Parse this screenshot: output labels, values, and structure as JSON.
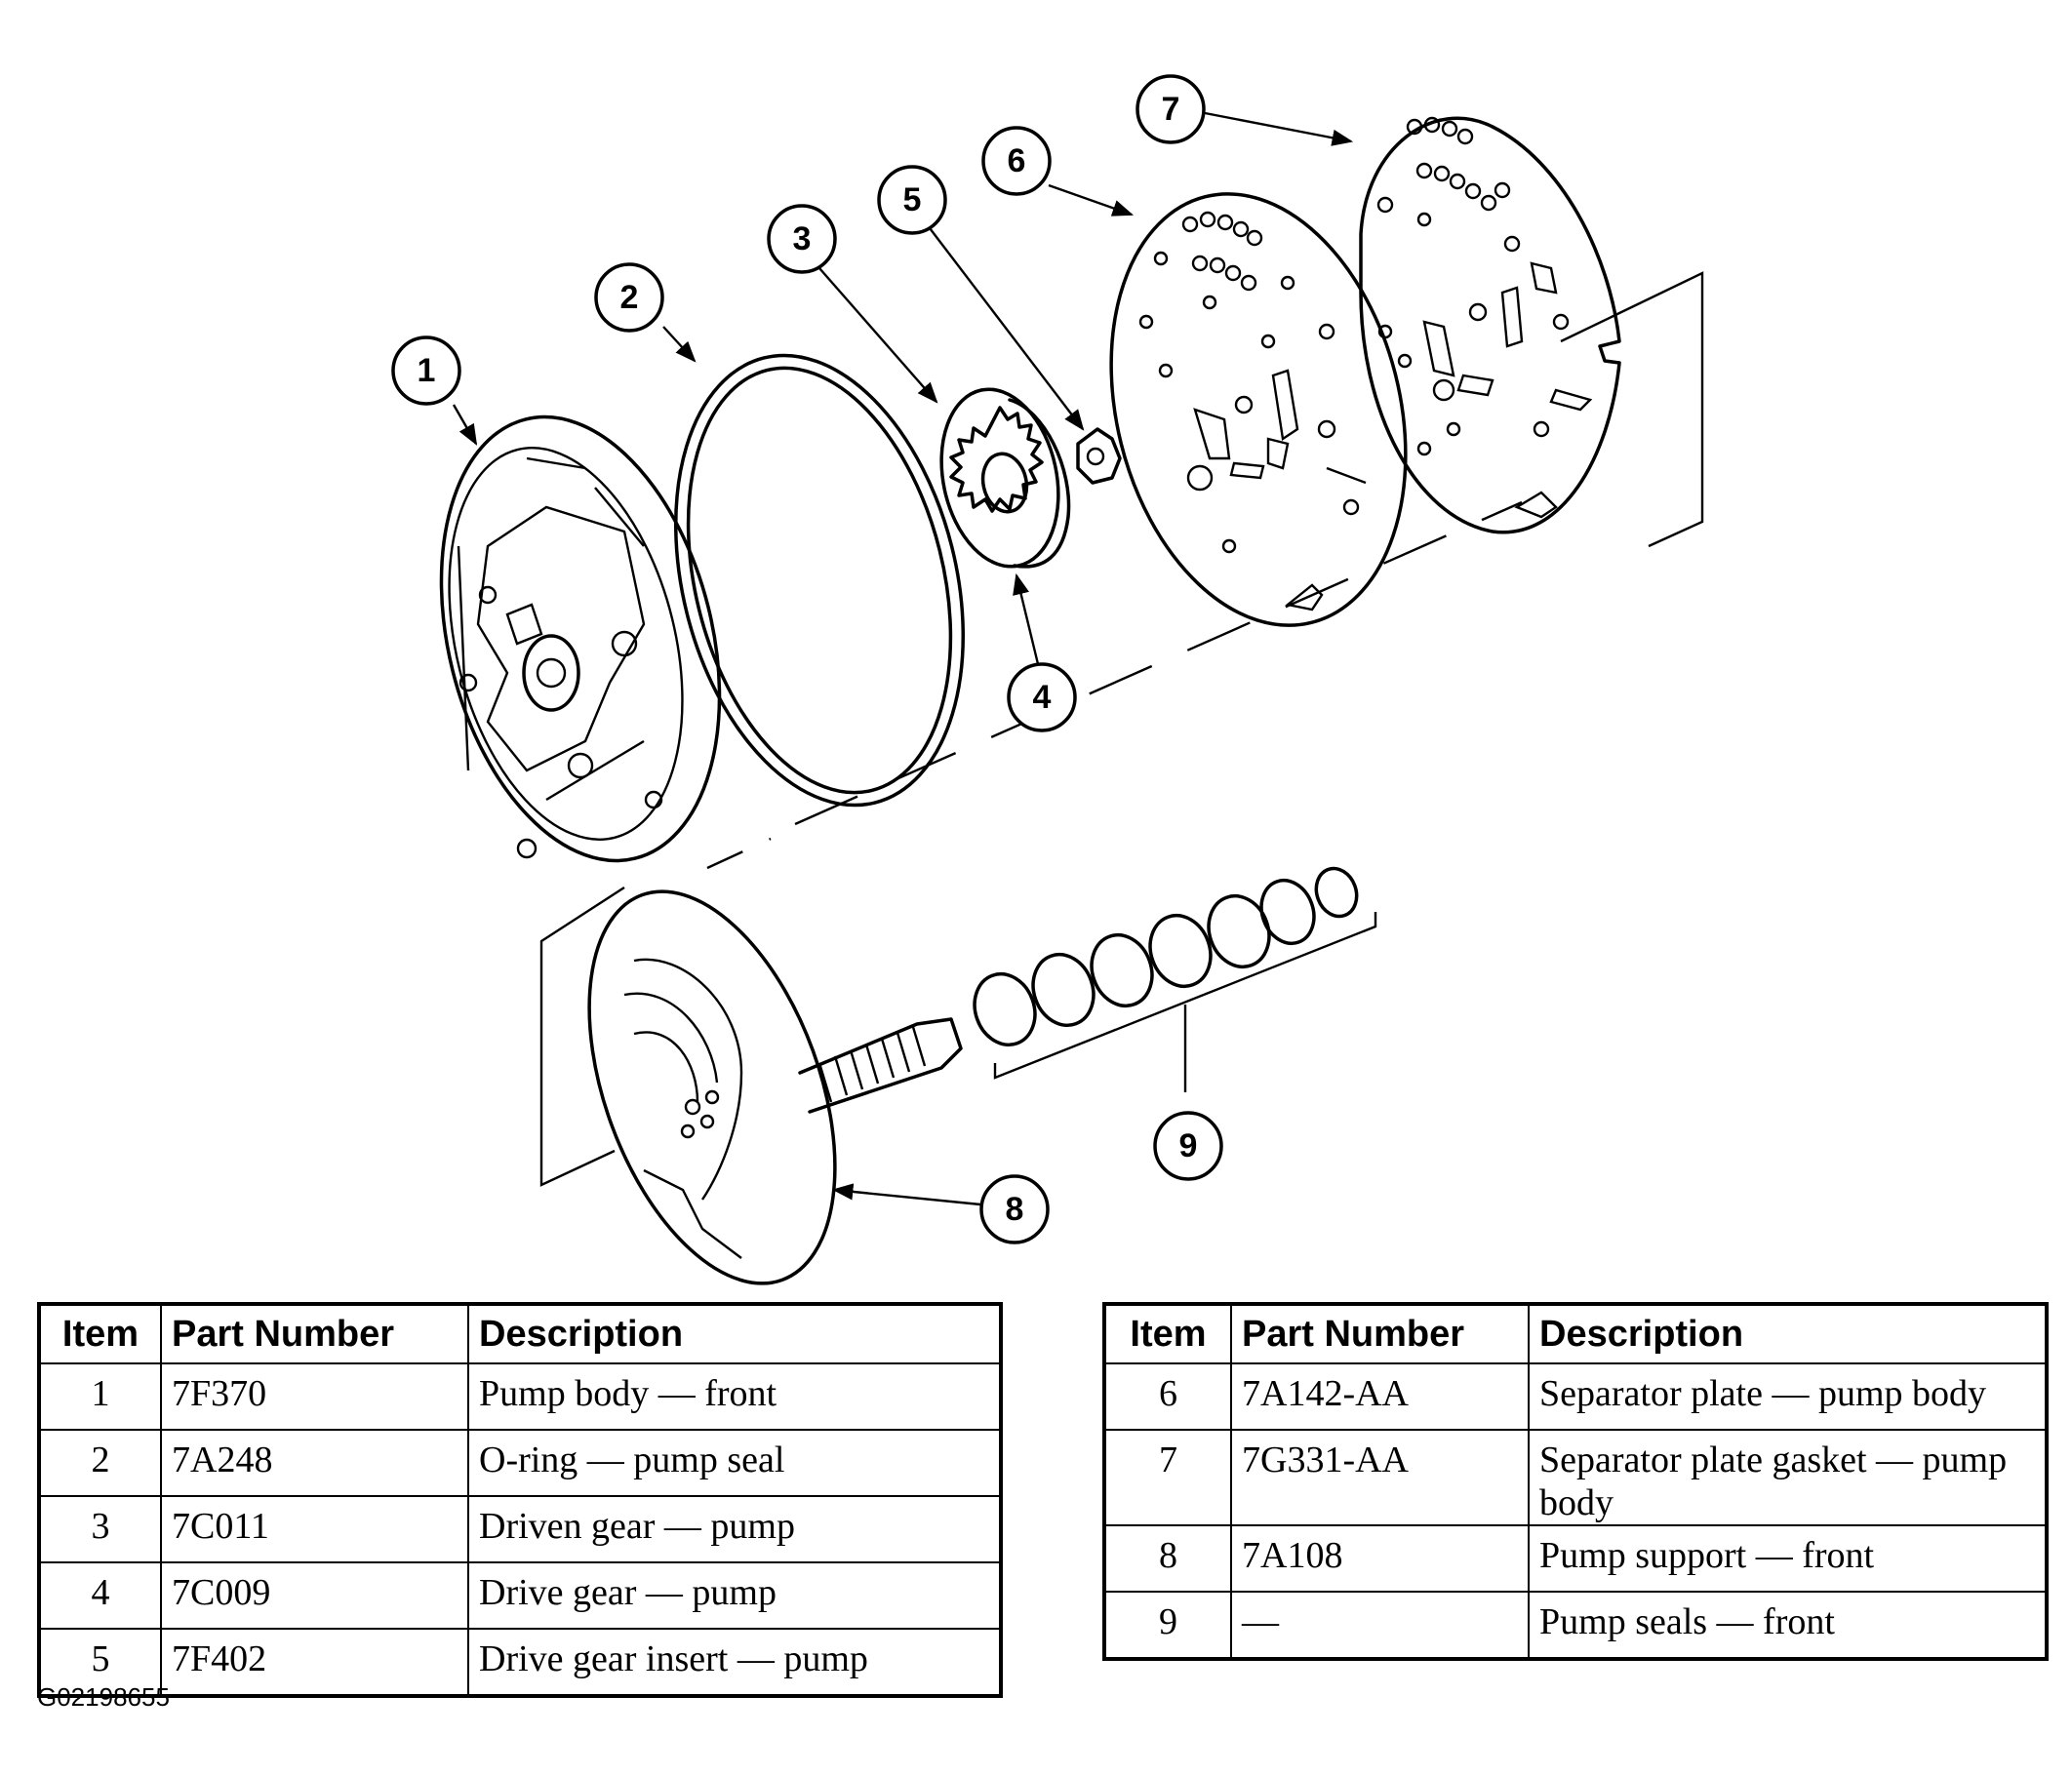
{
  "callouts": [
    "1",
    "2",
    "3",
    "4",
    "5",
    "6",
    "7",
    "8",
    "9"
  ],
  "table_left": {
    "headers": {
      "item": "Item",
      "part_number": "Part Number",
      "description": "Description"
    },
    "rows": [
      {
        "item": "1",
        "part_number": "7F370",
        "description": "Pump body — front"
      },
      {
        "item": "2",
        "part_number": "7A248",
        "description": "O-ring — pump seal"
      },
      {
        "item": "3",
        "part_number": "7C011",
        "description": "Driven gear — pump"
      },
      {
        "item": "4",
        "part_number": "7C009",
        "description": "Drive gear — pump"
      },
      {
        "item": "5",
        "part_number": "7F402",
        "description": "Drive gear insert — pump"
      }
    ]
  },
  "table_right": {
    "headers": {
      "item": "Item",
      "part_number": "Part Number",
      "description": "Description"
    },
    "rows": [
      {
        "item": "6",
        "part_number": "7A142-AA",
        "description": "Separator plate — pump body"
      },
      {
        "item": "7",
        "part_number": "7G331-AA",
        "description": "Separator plate gasket — pump body"
      },
      {
        "item": "8",
        "part_number": "7A108",
        "description": "Pump support — front"
      },
      {
        "item": "9",
        "part_number": "—",
        "description": "Pump seals — front"
      }
    ]
  },
  "figure_code": "G02198655"
}
